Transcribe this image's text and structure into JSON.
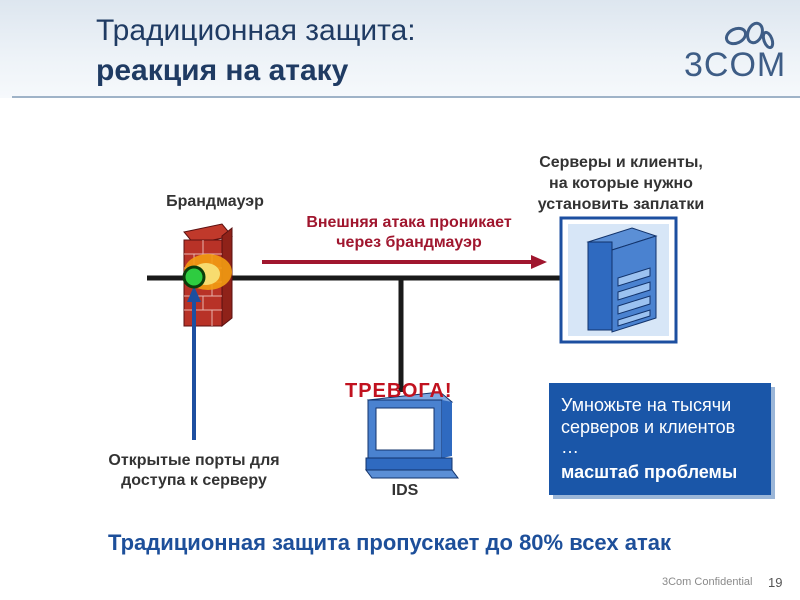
{
  "header": {
    "title_line1": "Традиционная защита:",
    "title_line2": "реакция на атаку",
    "logo_text": "3COM"
  },
  "diagram": {
    "firewall_label": "Брандмауэр",
    "attack_line1": "Внешняя атака проникает",
    "attack_line2": "через брандмауэр",
    "servers_line1": "Серверы и клиенты,",
    "servers_line2": "на которые нужно",
    "servers_line3": "установить заплатки",
    "ports_line1": "Открытые порты для",
    "ports_line2": "доступа к серверу",
    "alarm_label": "ТРЕВОГА!",
    "ids_label": "IDS"
  },
  "callout": {
    "line1": "Умножьте на тысячи",
    "line2": "серверов и клиентов",
    "line3": "…",
    "line4": "масштаб проблемы"
  },
  "footer": {
    "summary": "Традиционная защита пропускает до 80% всех атак",
    "confidential": "3Com Confidential",
    "page_number": "19"
  },
  "colors": {
    "title": "#1f3b63",
    "attack_arrow": "#a0162e",
    "ports_arrow": "#1d4fa0",
    "callout_bg": "#1a56a8",
    "alarm": "#c1121f",
    "summary": "#1d4f9a"
  }
}
